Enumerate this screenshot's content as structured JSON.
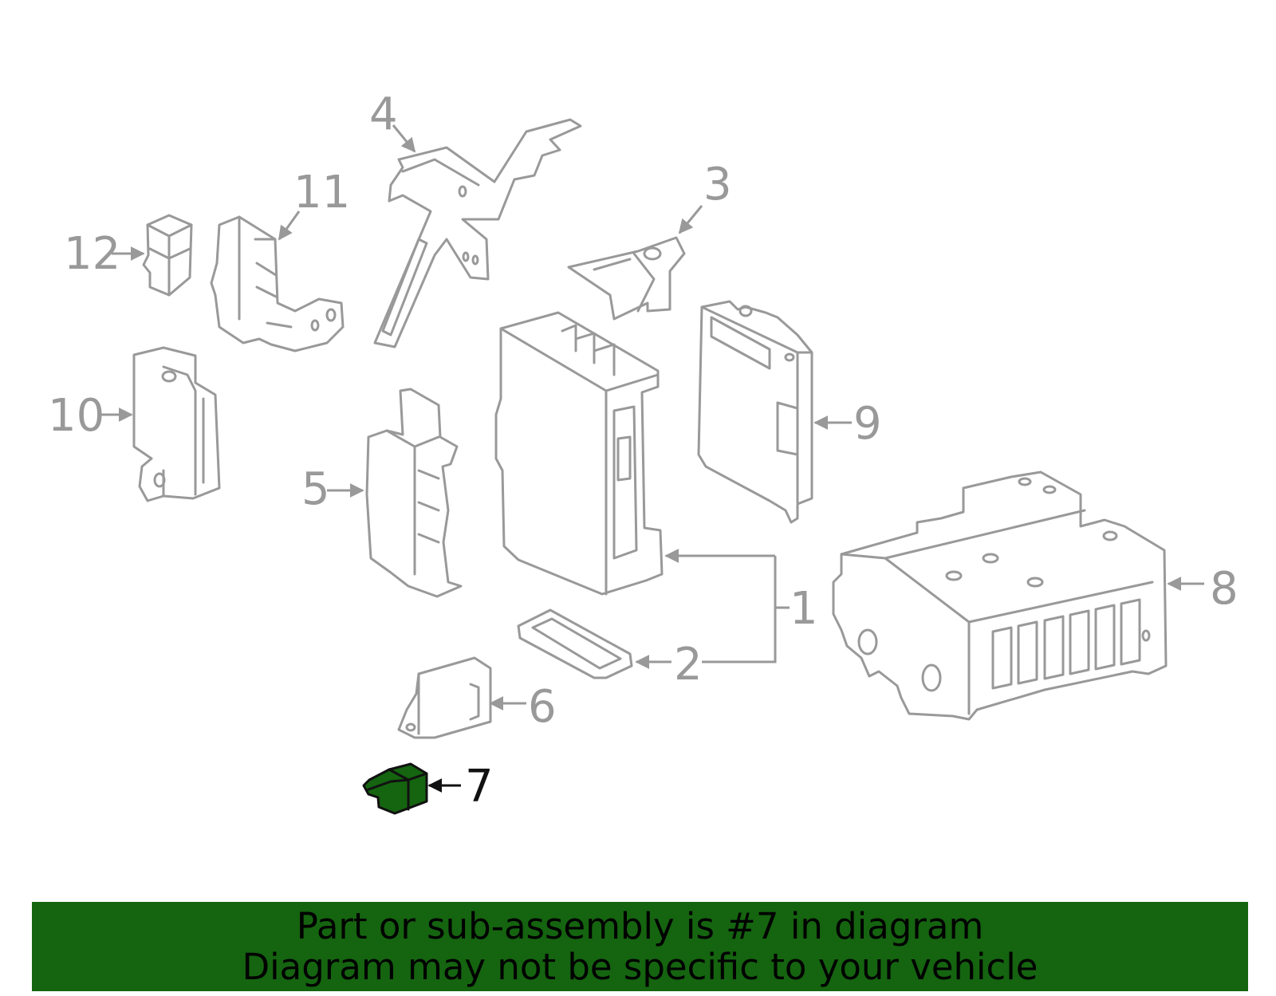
{
  "callouts": {
    "c1": "1",
    "c2": "2",
    "c3": "3",
    "c4": "4",
    "c5": "5",
    "c6": "6",
    "c7": "7",
    "c8": "8",
    "c9": "9",
    "c10": "10",
    "c11": "11",
    "c12": "12"
  },
  "highlight": {
    "part_number": "7",
    "fill_color": "#156410",
    "stroke_color": "#111111"
  },
  "colors": {
    "line": "#999999",
    "banner": "#156410"
  },
  "banner": {
    "line1": "Part or sub-assembly is #7 in diagram",
    "line2": "Diagram may not be specific to your vehicle"
  }
}
